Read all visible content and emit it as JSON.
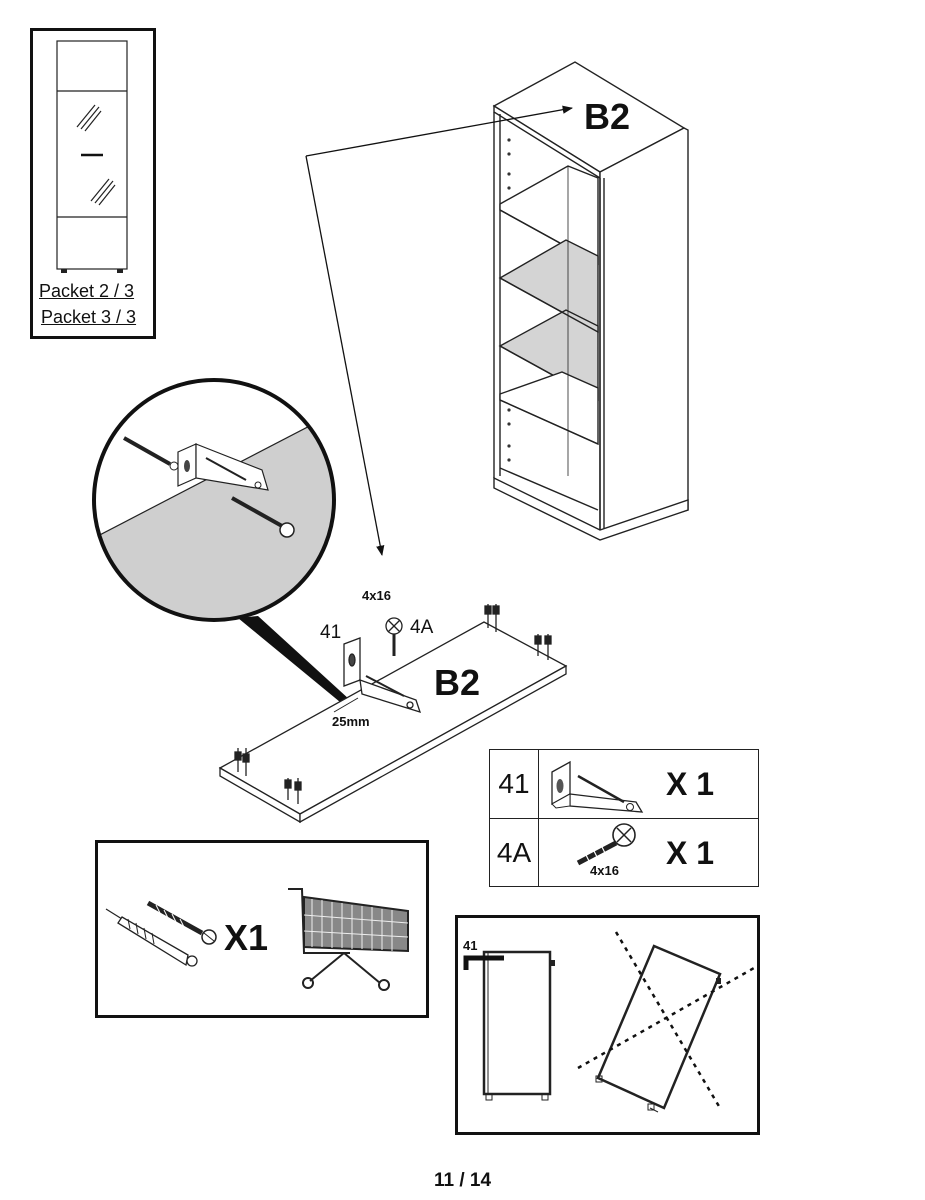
{
  "packets": [
    "Packet 2 / 3",
    "Packet 3 / 3"
  ],
  "labels": {
    "panel_top": "B2",
    "panel_bottom": "B2",
    "bracket_id": "41",
    "screw_id": "4A",
    "screw_size": "4x16",
    "distance": "25mm",
    "wall_anchor_qty": "X1",
    "wall_diagram_id": "41"
  },
  "parts_table": [
    {
      "id": "41",
      "qty": "X 1",
      "icon": "angle-bracket-icon",
      "size": ""
    },
    {
      "id": "4A",
      "qty": "X 1",
      "icon": "screw-icon",
      "size": "4x16"
    }
  ],
  "page_number": "11 / 14"
}
